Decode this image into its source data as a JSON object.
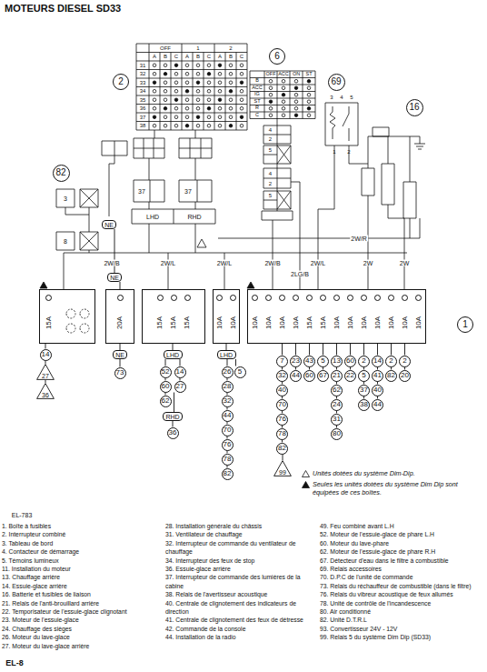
{
  "diagram": {
    "title": "MOTEURS DIESEL SD33",
    "nodes": [
      {
        "text": [
          "2"
        ]
      },
      {
        "text": [
          "6"
        ]
      },
      {
        "text": [
          "69"
        ]
      },
      {
        "text": [
          "16"
        ]
      },
      {
        "text": [
          "82"
        ]
      },
      {
        "text": [
          "1"
        ]
      },
      {
        "text": [
          "NE"
        ]
      },
      {
        "text": [
          "NE"
        ]
      },
      {
        "text": [
          "15A"
        ]
      },
      {
        "text": [
          "20A"
        ]
      },
      {
        "text": [
          "15A",
          "15A",
          "15A"
        ]
      },
      {
        "text": [
          "10A",
          "10A"
        ]
      },
      {
        "text": [
          "10A",
          "10A",
          "10A",
          "10A",
          "15A",
          "15A",
          "10A",
          "10A",
          "10A",
          "10A",
          "10A",
          "10A",
          "10A"
        ]
      },
      {
        "text": [
          "NE"
        ]
      },
      {
        "text": [
          "LHD"
        ]
      },
      {
        "text": [
          "LHD"
        ]
      },
      {
        "text": [
          "14"
        ]
      },
      {
        "text": [
          "27"
        ]
      },
      {
        "text": [
          "36"
        ]
      },
      {
        "text": [
          "73"
        ]
      },
      {
        "text": [
          "52"
        ]
      },
      {
        "text": [
          "60"
        ]
      },
      {
        "text": [
          "62"
        ]
      },
      {
        "text": [
          "14"
        ]
      },
      {
        "text": [
          "27"
        ]
      },
      {
        "text": [
          "RHD"
        ]
      },
      {
        "text": [
          "36"
        ]
      },
      {
        "text": [
          "26"
        ]
      },
      {
        "text": [
          "28"
        ]
      },
      {
        "text": [
          "32"
        ]
      },
      {
        "text": [
          "44"
        ]
      },
      {
        "text": [
          "70"
        ]
      },
      {
        "text": [
          "76"
        ]
      },
      {
        "text": [
          "78"
        ]
      },
      {
        "text": [
          "82"
        ]
      },
      {
        "text": [
          "5"
        ]
      },
      {
        "text": [
          "7"
        ]
      },
      {
        "text": [
          "32"
        ]
      },
      {
        "text": [
          "40"
        ]
      },
      {
        "text": [
          "70"
        ]
      },
      {
        "text": [
          "76"
        ]
      },
      {
        "text": [
          "78"
        ]
      },
      {
        "text": [
          "82"
        ]
      },
      {
        "text": [
          "99"
        ]
      },
      {
        "text": [
          "23"
        ]
      },
      {
        "text": [
          "44"
        ]
      },
      {
        "text": [
          "43"
        ]
      },
      {
        "text": [
          "60"
        ]
      },
      {
        "text": [
          "5"
        ]
      },
      {
        "text": [
          "67"
        ]
      },
      {
        "text": [
          "13"
        ]
      },
      {
        "text": [
          "21"
        ]
      },
      {
        "text": [
          "62"
        ]
      },
      {
        "text": [
          "24"
        ]
      },
      {
        "text": [
          "31"
        ]
      },
      {
        "text": [
          "80"
        ]
      },
      {
        "text": [
          "60"
        ]
      },
      {
        "text": [
          "22"
        ]
      },
      {
        "text": [
          "2"
        ]
      },
      {
        "text": [
          "5"
        ]
      },
      {
        "text": [
          "37"
        ]
      },
      {
        "text": [
          "38"
        ]
      },
      {
        "text": [
          "14"
        ]
      },
      {
        "text": [
          "41"
        ]
      },
      {
        "text": [
          "40"
        ]
      },
      {
        "text": [
          "44"
        ]
      },
      {
        "text": [
          "2"
        ]
      },
      {
        "text": [
          "82"
        ]
      },
      {
        "text": [
          "2"
        ]
      },
      {
        "text": [
          "20"
        ]
      }
    ],
    "edges": [
      {
        "from": 8,
        "to": 16,
        "arrow": "none"
      },
      {
        "from": 16,
        "to": 17,
        "arrow": "none"
      },
      {
        "from": 17,
        "to": 18,
        "arrow": "none"
      },
      {
        "from": 6,
        "to": 7,
        "arrow": "none"
      },
      {
        "from": 7,
        "to": 9,
        "arrow": "none"
      },
      {
        "from": 9,
        "to": 13,
        "arrow": "none"
      },
      {
        "from": 13,
        "to": 19,
        "arrow": "none"
      },
      {
        "from": 10,
        "to": 14,
        "arrow": "none"
      },
      {
        "from": 14,
        "to": 20,
        "arrow": "none"
      },
      {
        "from": 20,
        "to": 21,
        "arrow": "none"
      },
      {
        "from": 21,
        "to": 22,
        "arrow": "none"
      },
      {
        "from": 14,
        "to": 23,
        "arrow": "none"
      },
      {
        "from": 23,
        "to": 24,
        "arrow": "none"
      },
      {
        "from": 24,
        "to": 25,
        "arrow": "none"
      },
      {
        "from": 25,
        "to": 26,
        "arrow": "none"
      },
      {
        "from": 11,
        "to": 15,
        "arrow": "none"
      },
      {
        "from": 15,
        "to": 27,
        "arrow": "none"
      },
      {
        "from": 27,
        "to": 28,
        "arrow": "none"
      },
      {
        "from": 28,
        "to": 29,
        "arrow": "none"
      },
      {
        "from": 29,
        "to": 30,
        "arrow": "none"
      },
      {
        "from": 30,
        "to": 31,
        "arrow": "none"
      },
      {
        "from": 31,
        "to": 32,
        "arrow": "none"
      },
      {
        "from": 32,
        "to": 33,
        "arrow": "none"
      },
      {
        "from": 33,
        "to": 34,
        "arrow": "none"
      },
      {
        "from": 15,
        "to": 35,
        "arrow": "none"
      },
      {
        "from": 12,
        "to": 36,
        "arrow": "none"
      },
      {
        "from": 36,
        "to": 37,
        "arrow": "none"
      },
      {
        "from": 37,
        "to": 38,
        "arrow": "none"
      },
      {
        "from": 38,
        "to": 39,
        "arrow": "none"
      },
      {
        "from": 39,
        "to": 40,
        "arrow": "none"
      },
      {
        "from": 40,
        "to": 41,
        "arrow": "none"
      },
      {
        "from": 41,
        "to": 42,
        "arrow": "none"
      },
      {
        "from": 42,
        "to": 43,
        "arrow": "none"
      },
      {
        "from": 12,
        "to": 44,
        "arrow": "none"
      },
      {
        "from": 44,
        "to": 45,
        "arrow": "none"
      },
      {
        "from": 12,
        "to": 46,
        "arrow": "none"
      },
      {
        "from": 46,
        "to": 47,
        "arrow": "none"
      },
      {
        "from": 12,
        "to": 48,
        "arrow": "none"
      },
      {
        "from": 48,
        "to": 49,
        "arrow": "none"
      },
      {
        "from": 12,
        "to": 50,
        "arrow": "none"
      },
      {
        "from": 50,
        "to": 51,
        "arrow": "none"
      },
      {
        "from": 51,
        "to": 52,
        "arrow": "none"
      },
      {
        "from": 52,
        "to": 53,
        "arrow": "none"
      },
      {
        "from": 53,
        "to": 54,
        "arrow": "none"
      },
      {
        "from": 54,
        "to": 55,
        "arrow": "none"
      },
      {
        "from": 12,
        "to": 56,
        "arrow": "none"
      },
      {
        "from": 56,
        "to": 57,
        "arrow": "none"
      },
      {
        "from": 12,
        "to": 58,
        "arrow": "none"
      },
      {
        "from": 58,
        "to": 59,
        "arrow": "none"
      },
      {
        "from": 59,
        "to": 60,
        "arrow": "none"
      },
      {
        "from": 60,
        "to": 61,
        "arrow": "none"
      },
      {
        "from": 12,
        "to": 62,
        "arrow": "none"
      },
      {
        "from": 62,
        "to": 63,
        "arrow": "none"
      },
      {
        "from": 63,
        "to": 64,
        "arrow": "none"
      },
      {
        "from": 64,
        "to": 65,
        "arrow": "none"
      },
      {
        "from": 12,
        "to": 66,
        "arrow": "none"
      },
      {
        "from": 66,
        "to": 67,
        "arrow": "none"
      },
      {
        "from": 12,
        "to": 68,
        "arrow": "none"
      },
      {
        "from": 68,
        "to": 69,
        "arrow": "none"
      }
    ],
    "labels": [
      "OFF",
      "1",
      "2",
      "A",
      "B",
      "C",
      "A",
      "B",
      "C",
      "A",
      "B",
      "C",
      "31",
      "32",
      "33",
      "34",
      "35",
      "36",
      "37",
      "38",
      "OFF",
      "ACC",
      "ON",
      "ST",
      "B",
      "ACC",
      "IG",
      "ST",
      "R",
      "C",
      "3",
      "4",
      "5",
      "1",
      "2",
      "37",
      "37",
      "LHD",
      "RHD",
      "3",
      "8",
      "4",
      "2",
      "5",
      "4",
      "2",
      "5",
      "2W/B",
      "2W/L",
      "2W/L",
      "2W/B",
      "2LG/B",
      "2W/L",
      "2W",
      "2W",
      "2W/R",
      "EL-783",
      "EL-8",
      "1. Boîte à fusibles",
      "2. Interrupteur combiné",
      "3. Tableau de bord",
      "4. Contacteur de démarrage",
      "5. Témoins lumineux",
      "11. Installation du moteur",
      "13. Chauffage arrière",
      "14. Essuie-glace arrière",
      "16. Batterie et fusibles de liaison",
      "21. Relais de l'anti-brouillard arrière",
      "22. Temporisateur de l'essuie-glace clignotant",
      "23. Moteur de l'essuie-glace",
      "24. Chauffage des sièges",
      "26. Moteur du lave-glace",
      "27. Moteur du lave-glace arrière",
      "28. Installation générale du châssis",
      "31. Ventilateur de chauffage",
      "32. Interrupteur de commande du ventilateur de chauffage",
      "34. Interrupteur des feux de stop",
      "36. Essuie-glace arrière",
      "37. Interrupteur de commande des lumières de la cabine",
      "38. Relais de l'avertisseur acoustique",
      "40. Centrale de clignotement des indicateurs de direction",
      "41. Centrale de clignotement des feux de détresse",
      "42. Commande de la console",
      "44. Installation de la radio",
      "49. Feu combiné avant L.H",
      "52. Moteur de l'essuie-glace de phare L.H",
      "60. Moteur du lave-phare",
      "62. Moteur de l'essuie-glace de phare R.H",
      "67. Détecteur d'eau dans le filtre à combustible",
      "69. Relais accessoires",
      "70. D.P.C de l'unité de commande",
      "73. Relais du réchauffeur de combustible (dans le filtre)",
      "76. Relais du vibreur acoustique de feux allumés",
      "78. Unité de contrôle de l'incandescence",
      "80. Air conditionné",
      "82. Unité D.T.R.L",
      "93. Convertisseur 24V - 12V",
      "99. Relais 5 du système Dim Dip (SD33)"
    ],
    "legend": [
      {
        "text": "Unités dotées du système Dim-Dip."
      },
      {
        "text": "Seules les unités dotées du système Dim Dip sont équipées de ces boîtes."
      }
    ]
  }
}
